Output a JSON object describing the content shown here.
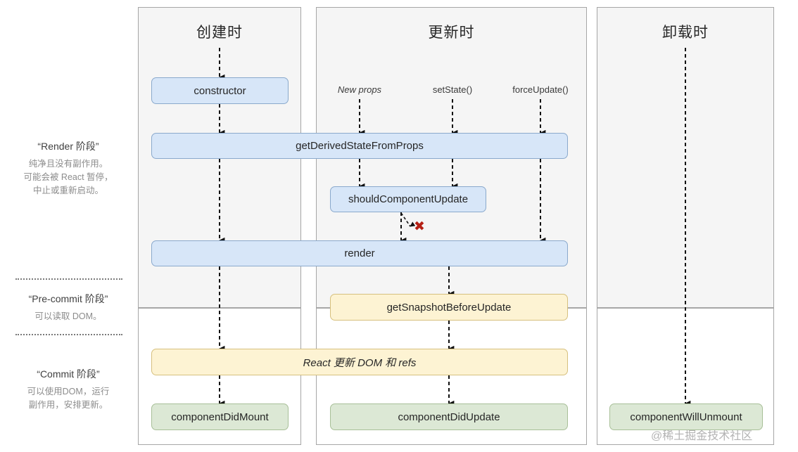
{
  "columns": [
    {
      "id": "mount",
      "title": "创建时"
    },
    {
      "id": "update",
      "title": "更新时"
    },
    {
      "id": "unmount",
      "title": "卸载时"
    }
  ],
  "phases": [
    {
      "id": "render",
      "title": "“Render 阶段”",
      "desc_lines": [
        "纯净且没有副作用。",
        "可能会被 React 暂停，",
        "中止或重新启动。"
      ]
    },
    {
      "id": "pre-commit",
      "title": "“Pre-commit 阶段”",
      "desc_lines": [
        "可以读取 DOM。"
      ]
    },
    {
      "id": "commit",
      "title": "“Commit 阶段”",
      "desc_lines": [
        "可以使用DOM，运行",
        "副作用，安排更新。"
      ]
    }
  ],
  "triggers": [
    {
      "id": "new-props",
      "label": "New props",
      "italic": true
    },
    {
      "id": "set-state",
      "label": "setState()",
      "italic": false
    },
    {
      "id": "force-update",
      "label": "forceUpdate()",
      "italic": false
    }
  ],
  "lifecycle": {
    "constructor": "constructor",
    "get_derived_state_from_props": "getDerivedStateFromProps",
    "should_component_update": "shouldComponentUpdate",
    "render": "render",
    "get_snapshot_before_update": "getSnapshotBeforeUpdate",
    "react_updates_dom": "React 更新 DOM 和 refs",
    "component_did_mount": "componentDidMount",
    "component_did_update": "componentDidUpdate",
    "component_will_unmount": "componentWillUnmount"
  },
  "markers": {
    "skip_update": "✖"
  },
  "watermark": "@稀土掘金技术社区",
  "colors": {
    "panel_bg": "#f5f5f5",
    "panel_border": "#a6a6a6",
    "box_blue_fill": "#d7e6f8",
    "box_blue_border": "#8aa9cc",
    "box_yellow_fill": "#fdf3d3",
    "box_yellow_border": "#d6c07e",
    "box_green_fill": "#dce8d5",
    "box_green_border": "#a8bf98",
    "arrow": "#111111",
    "skip_marker": "#b52015",
    "watermark": "#b3b3b3"
  }
}
